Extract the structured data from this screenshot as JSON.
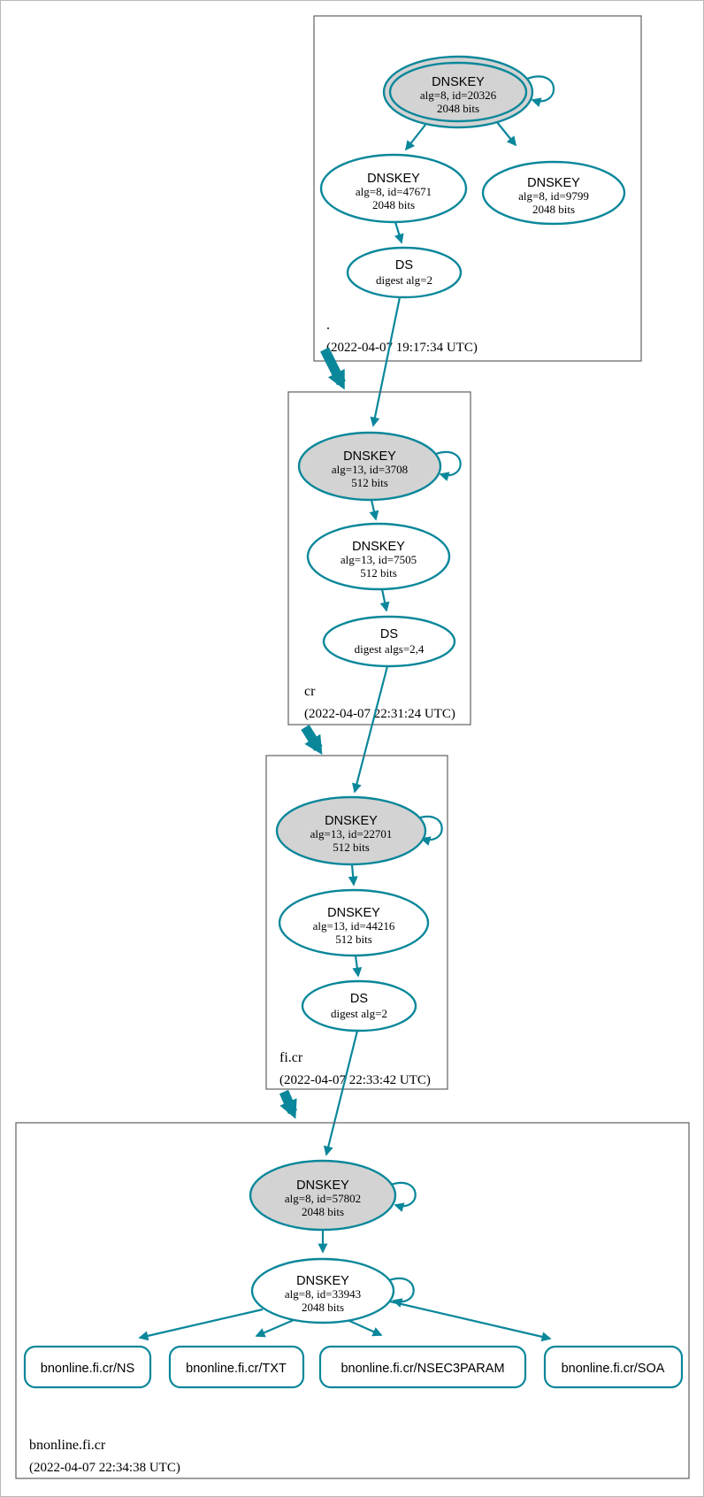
{
  "diagram": {
    "colors": {
      "edge": "#0a879a",
      "box_border": "#606060",
      "node_fill": "#d3d3d3"
    },
    "zones": [
      {
        "label": ".",
        "timestamp": "(2022-04-07 19:17:34 UTC)",
        "nodes": {
          "ksk": {
            "title": "DNSKEY",
            "detail": "alg=8, id=20326",
            "bits": "2048 bits"
          },
          "zsk": {
            "title": "DNSKEY",
            "detail": "alg=8, id=47671",
            "bits": "2048 bits"
          },
          "key3": {
            "title": "DNSKEY",
            "detail": "alg=8, id=9799",
            "bits": "2048 bits"
          },
          "ds": {
            "title": "DS",
            "detail": "digest alg=2"
          }
        }
      },
      {
        "label": "cr",
        "timestamp": "(2022-04-07 22:31:24 UTC)",
        "nodes": {
          "ksk": {
            "title": "DNSKEY",
            "detail": "alg=13, id=3708",
            "bits": "512 bits"
          },
          "zsk": {
            "title": "DNSKEY",
            "detail": "alg=13, id=7505",
            "bits": "512 bits"
          },
          "ds": {
            "title": "DS",
            "detail": "digest algs=2,4"
          }
        }
      },
      {
        "label": "fi.cr",
        "timestamp": "(2022-04-07 22:33:42 UTC)",
        "nodes": {
          "ksk": {
            "title": "DNSKEY",
            "detail": "alg=13, id=22701",
            "bits": "512 bits"
          },
          "zsk": {
            "title": "DNSKEY",
            "detail": "alg=13, id=44216",
            "bits": "512 bits"
          },
          "ds": {
            "title": "DS",
            "detail": "digest alg=2"
          }
        }
      },
      {
        "label": "bnonline.fi.cr",
        "timestamp": "(2022-04-07 22:34:38 UTC)",
        "nodes": {
          "ksk": {
            "title": "DNSKEY",
            "detail": "alg=8, id=57802",
            "bits": "2048 bits"
          },
          "zsk": {
            "title": "DNSKEY",
            "detail": "alg=8, id=33943",
            "bits": "2048 bits"
          }
        },
        "rrsets": [
          {
            "label": "bnonline.fi.cr/NS"
          },
          {
            "label": "bnonline.fi.cr/TXT"
          },
          {
            "label": "bnonline.fi.cr/NSEC3PARAM"
          },
          {
            "label": "bnonline.fi.cr/SOA"
          }
        ]
      }
    ]
  }
}
